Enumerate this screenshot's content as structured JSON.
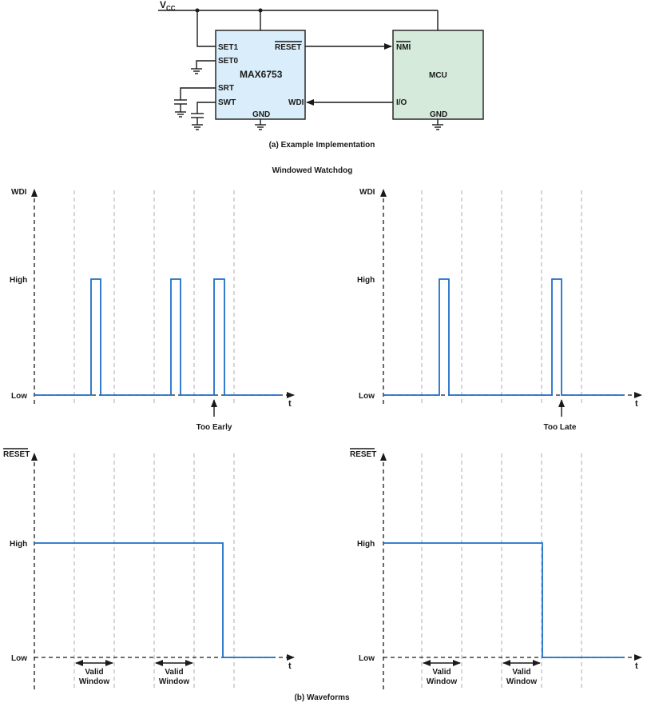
{
  "circuit": {
    "vcc_label": "V",
    "vcc_sub": "CC",
    "ic_name": "MAX6753",
    "ic_pins": {
      "set1": "SET1",
      "set0": "SET0",
      "srt": "SRT",
      "swt": "SWT",
      "gnd": "GND",
      "reset": "RESET",
      "wdi": "WDI"
    },
    "mcu_name": "MCU",
    "mcu_pins": {
      "nmi": "NMI",
      "io": "I/O",
      "gnd": "GND"
    },
    "caption": "(a) Example Implementation",
    "colors": {
      "ic_fill": "#d9eefa",
      "mcu_fill": "#d5eadb"
    }
  },
  "waveforms": {
    "title": "Windowed  Watchdog",
    "caption": "(b) Waveforms",
    "signal_color": "#1f6fc8",
    "wdi_label": "WDI",
    "reset_label": "RESET",
    "high_label": "High",
    "low_label": "Low",
    "time_label": "t",
    "valid_window_line1": "Valid",
    "valid_window_line2": "Window",
    "too_early_label": "Too Early",
    "too_late_label": "Too Late"
  }
}
